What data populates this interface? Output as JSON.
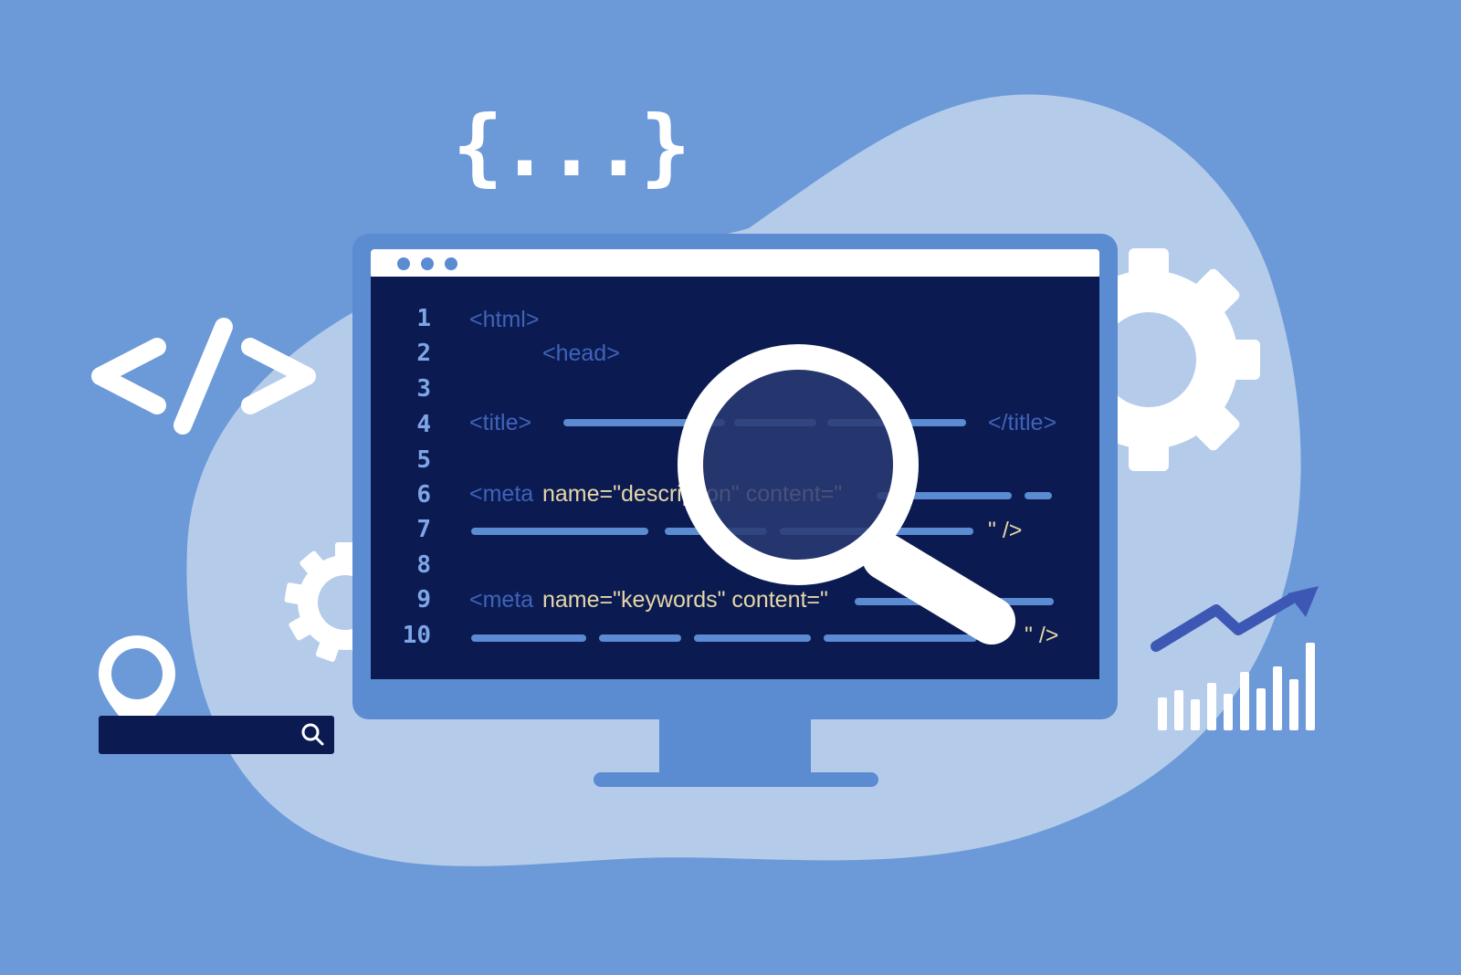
{
  "palette": {
    "background": "#6c9ad8",
    "blob": "#b5cbea",
    "monitor_frame": "#5b8bd0",
    "screen": "#0b1b52",
    "line_number": "#7ea6e6",
    "tag": "#3f63b8",
    "attribute": "#e6d7a6",
    "placeholder_bar": "#5b8bd0",
    "white": "#ffffff",
    "arrow": "#3d58b4"
  },
  "editor": {
    "window_dots": [
      "dot",
      "dot",
      "dot"
    ],
    "line_numbers": [
      "1",
      "2",
      "3",
      "4",
      "5",
      "6",
      "7",
      "8",
      "9",
      "10"
    ],
    "line1_tag": "<html>",
    "line2_tag": "<head>",
    "line4_open": "<title>",
    "line4_close": "</title>",
    "line6_meta": "<meta",
    "line6_attr": "name=\"description\" content=\"",
    "line7_end": "\" />",
    "line9_meta": "<meta",
    "line9_attr": "name=\"keywords\" content=\"",
    "line10_end": "\" />"
  },
  "decorations": {
    "curly_braces": "{...}",
    "code_tag": "</>"
  },
  "icons": {
    "magnifier": "magnifying-glass-icon",
    "gear_large": "gear-icon",
    "gear_small": "gear-icon",
    "location_pin": "location-pin-icon",
    "search": "search-icon",
    "trend_arrow": "trend-arrow-icon",
    "bar_chart": "bar-chart-icon"
  },
  "search_bar": {
    "value": ""
  }
}
